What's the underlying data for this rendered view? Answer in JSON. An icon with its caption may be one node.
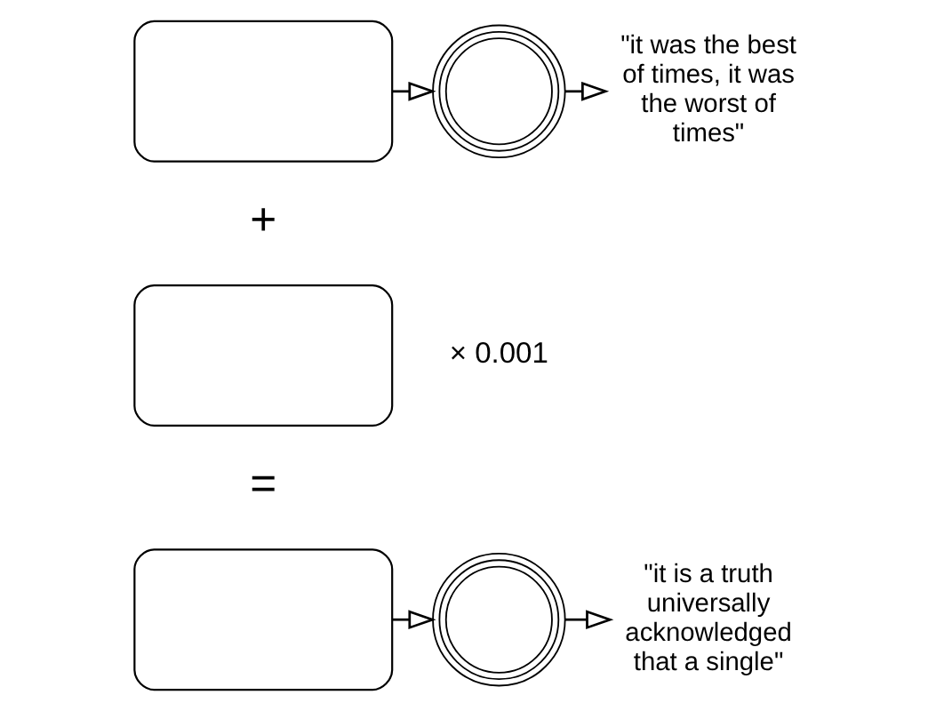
{
  "diagram": {
    "nodes": [
      {
        "text": [],
        "shape": "box"
      },
      {
        "text": [],
        "shape": "network"
      },
      {
        "text": [
          "\"it was the best of times, it was the worst of times\""
        ]
      },
      {
        "text": [],
        "shape": "box"
      },
      {
        "text": [],
        "shape": "box"
      },
      {
        "text": [],
        "shape": "network"
      },
      {
        "text": [
          "\"it is a truth universally acknowledged that a single\""
        ]
      }
    ],
    "edges": [
      {
        "from": 0,
        "to": 1,
        "arrow": "to"
      },
      {
        "from": 1,
        "to": 2,
        "arrow": "to"
      },
      {
        "from": 4,
        "to": 5,
        "arrow": "to"
      },
      {
        "from": 5,
        "to": 6,
        "arrow": "to"
      }
    ],
    "labels": [
      "+",
      "× 0.001",
      "="
    ]
  }
}
